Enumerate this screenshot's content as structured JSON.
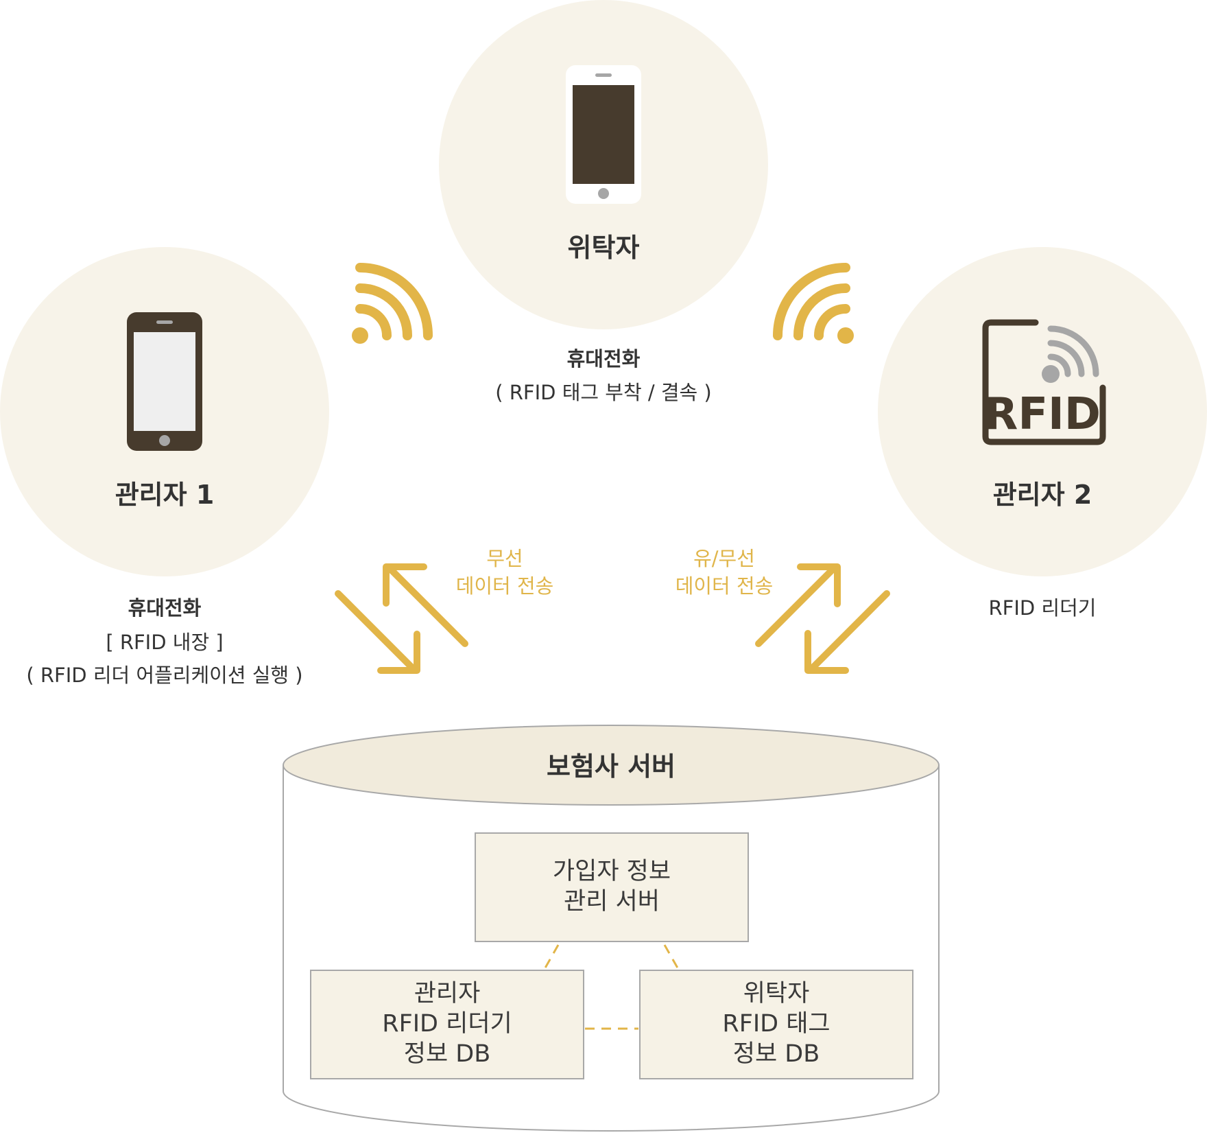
{
  "colors": {
    "circle_fill": "#f7f3e9",
    "phone_body": "#473b2d",
    "phone_screen_light": "#efefef",
    "accent_gold": "#e2b548",
    "gray_icon": "#a6a6a6",
    "text_dark": "#333333",
    "box_fill": "#f6f2e6",
    "box_border": "#a8a8a8"
  },
  "entruster": {
    "title": "위탁자",
    "device": "휴대전화",
    "desc": "( RFID 태그 부착 / 결속 )",
    "icon": "smartphone-icon"
  },
  "manager1": {
    "title": "관리자 1",
    "device": "휴대전화",
    "line1": "[ RFID 내장 ]",
    "line2": "( RFID 리더 어플리케이션 실행 )",
    "icon": "smartphone-icon"
  },
  "manager2": {
    "title": "관리자 2",
    "device": "RFID 리더기",
    "icon": "rfid-reader-icon",
    "icon_text": "RFID"
  },
  "links": {
    "left": {
      "line1": "무선",
      "line2": "데이터 전송"
    },
    "right": {
      "line1": "유/무선",
      "line2": "데이터 전송"
    }
  },
  "server": {
    "title": "보험사 서버",
    "subscriber_box": {
      "line1": "가입자 정보",
      "line2": "관리 서버"
    },
    "reader_db_box": {
      "line1": "관리자",
      "line2": "RFID 리더기",
      "line3": "정보 DB"
    },
    "tag_db_box": {
      "line1": "위탁자",
      "line2": "RFID 태그",
      "line3": "정보 DB"
    }
  }
}
